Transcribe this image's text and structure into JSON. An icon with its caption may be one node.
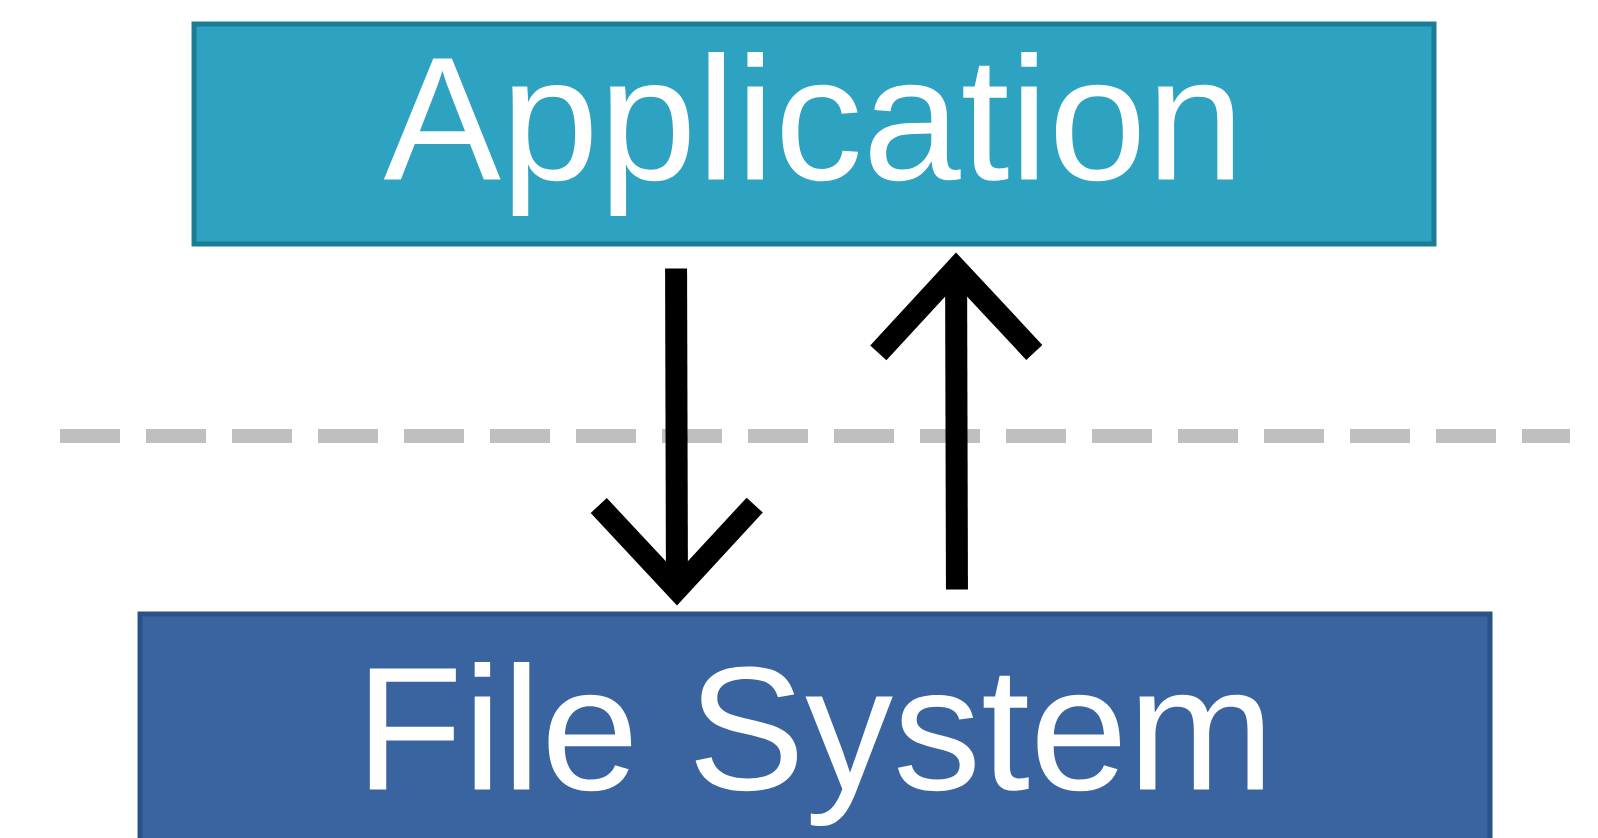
{
  "diagram": {
    "nodes": [
      {
        "text": [
          "Application"
        ]
      },
      {
        "text": [
          "File System"
        ]
      }
    ],
    "edges": [
      {
        "from": 0,
        "to": 1,
        "arrow": "to"
      },
      {
        "from": 1,
        "to": 0,
        "arrow": "to"
      }
    ]
  }
}
